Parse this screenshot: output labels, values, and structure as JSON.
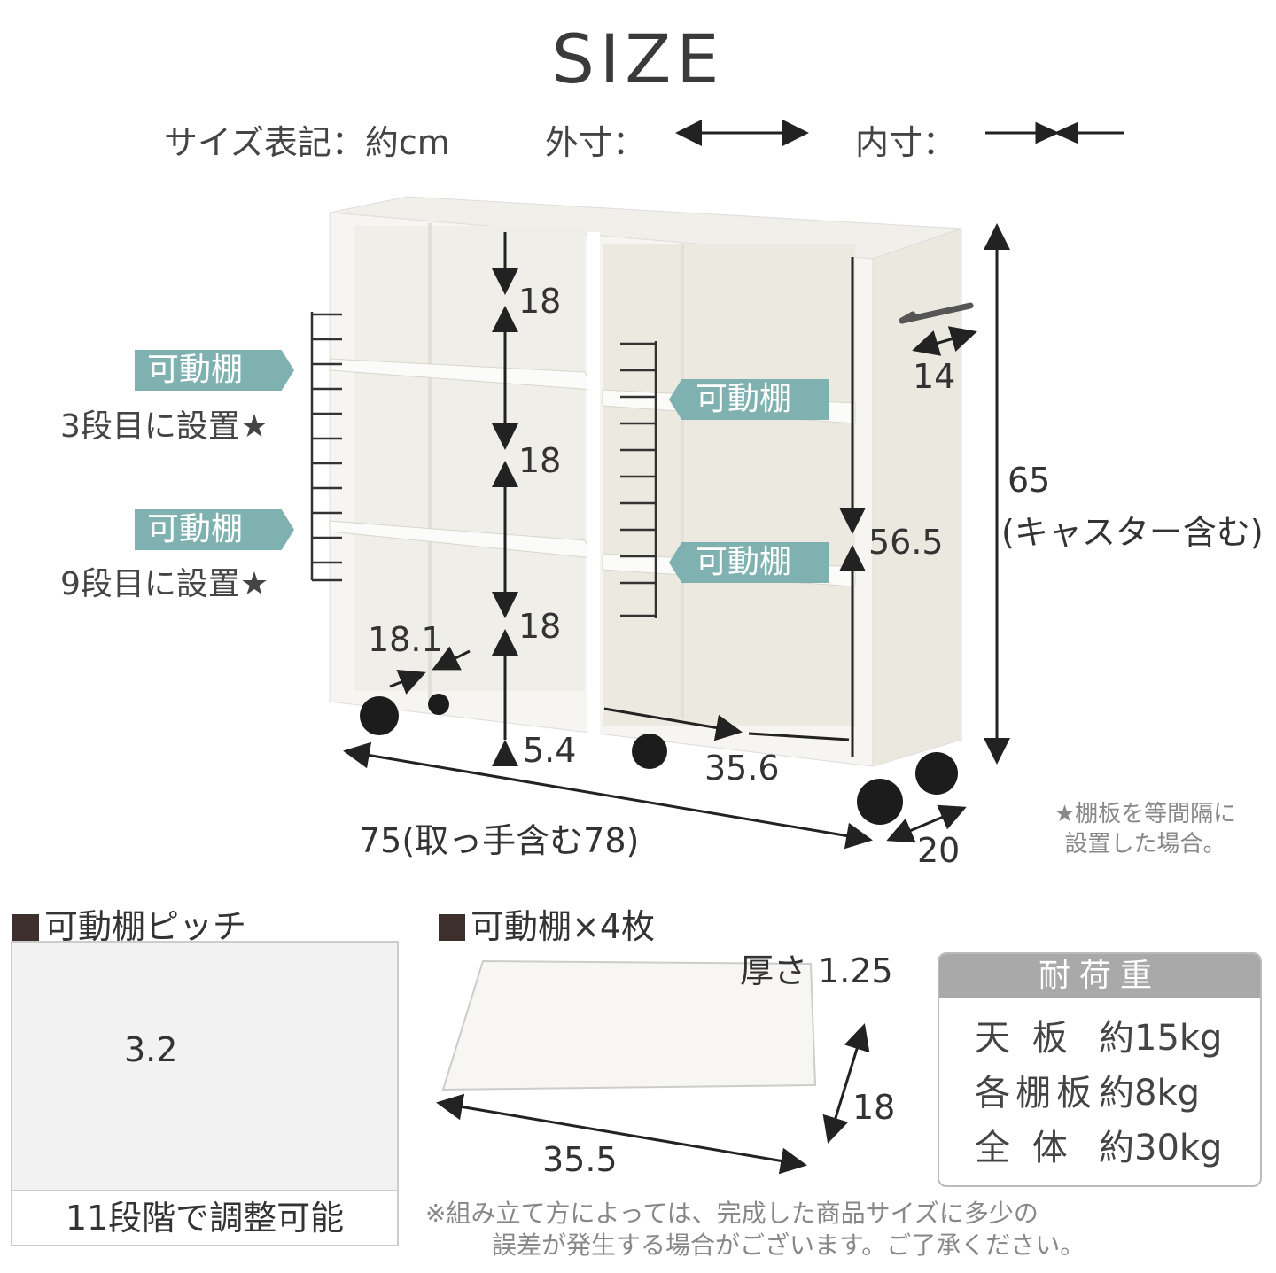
{
  "title": "SIZE",
  "legend": {
    "unit": "サイズ表記：約cm",
    "outer": "外寸：",
    "inner": "内寸："
  },
  "dimensions": {
    "shelf_height_1": "18",
    "shelf_height_2": "18",
    "shelf_height_3": "18",
    "bottom_clearance": "5.4",
    "inner_height": "56.5",
    "total_height": "65",
    "total_height_note": "(キャスター含む)",
    "handle": "14",
    "depth_inner": "18.1",
    "inner_width": "35.6",
    "width": "75(取っ手含む78)",
    "depth": "20"
  },
  "tags": {
    "left_1": "可動棚",
    "left_1_note": "3段目に設置★",
    "left_2": "可動棚",
    "left_2_note": "9段目に設置★",
    "right_1": "可動棚",
    "right_2": "可動棚"
  },
  "star_note": [
    "★棚板を等間隔に",
    "設置した場合。"
  ],
  "pitch": {
    "heading": "可動棚ピッチ",
    "value": "3.2",
    "caption": "11段階で調整可能"
  },
  "board": {
    "heading": "可動棚×4枚",
    "thickness": "厚さ 1.25",
    "width": "35.5",
    "depth": "18"
  },
  "load": {
    "heading": "耐荷重",
    "rows": [
      {
        "label": "天 板",
        "value": "約15kg"
      },
      {
        "label": "各棚板",
        "value": "約8kg"
      },
      {
        "label": "全 体",
        "value": "約30kg"
      }
    ]
  },
  "footnote": [
    "※組み立て方によっては、完成した商品サイズに多少の",
    "誤差が発生する場合がございます。ご了承ください。"
  ],
  "colors": {
    "tag": "#7fb1b0",
    "square": "#3c2f2c"
  }
}
